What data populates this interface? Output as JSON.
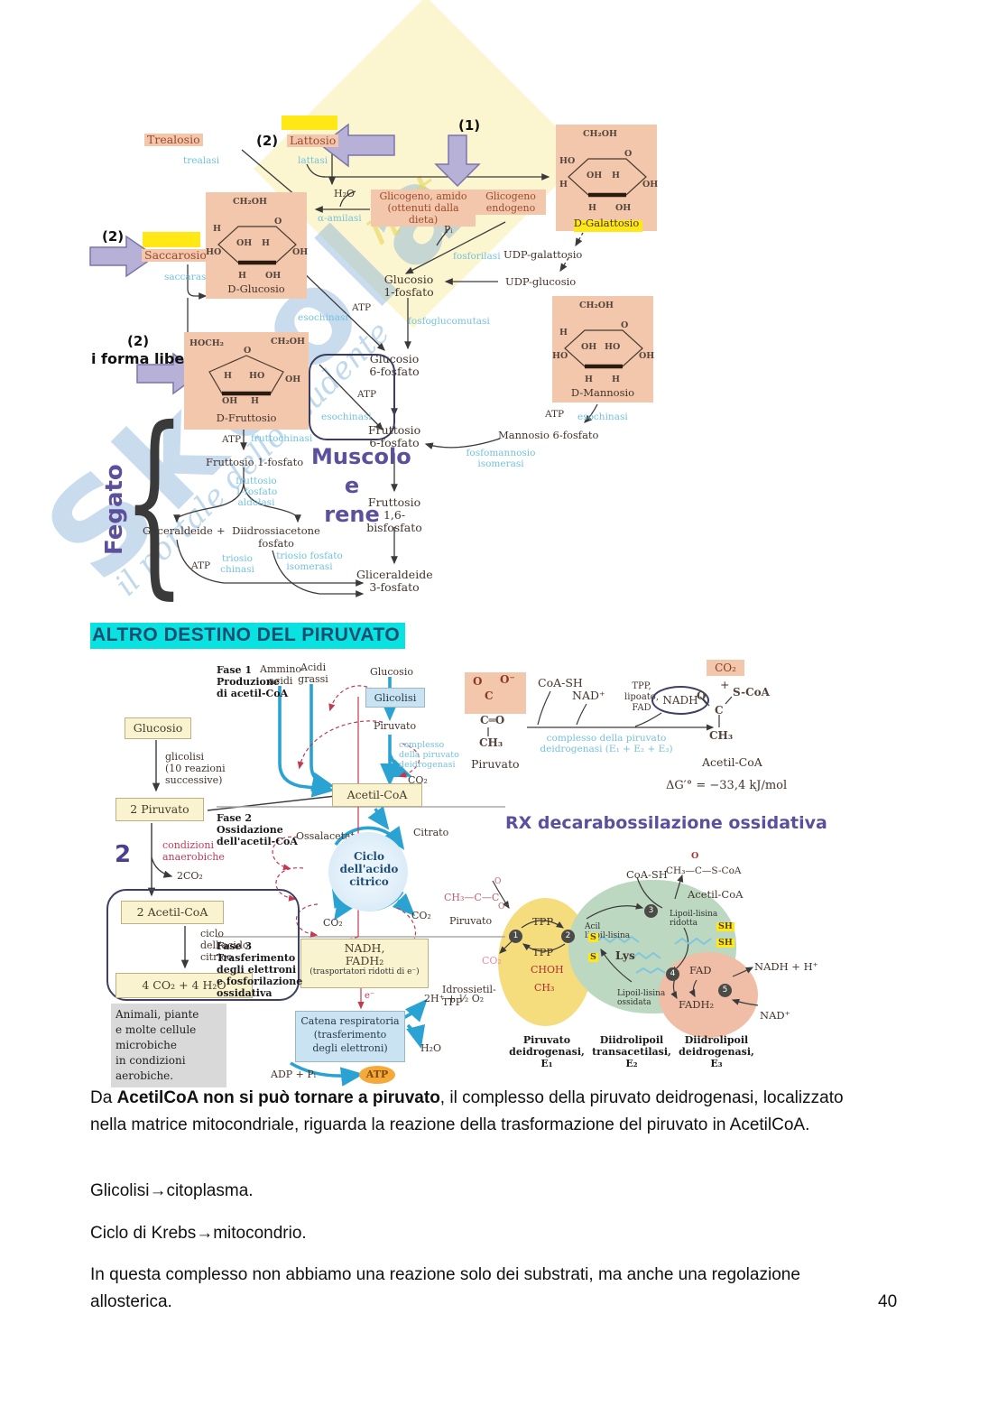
{
  "w": {
    "brand": "Skuola",
    "net": "net",
    "tagline": "il portale dello studente"
  },
  "heading": "ALTRO DESTINO DEL PIRUVATO",
  "f1": {
    "trealosio": "Trealosio",
    "trealasi": "trealasi",
    "n2a": "(2)",
    "lattosio": "Lattosio",
    "lattasi": "lattasi",
    "n1": "(1)",
    "h2o": "H₂O",
    "amilasi": "α-amilasi",
    "glicam1": "Glicogeno, amido",
    "glicam2": "(ottenuti dalla dieta)",
    "glicend1": "Glicogeno",
    "glicend2": "endogeno",
    "pi": "Pᵢ",
    "fosforilasi": "fosforilasi",
    "udpgal": "UDP-galattosio",
    "udpglc": "UDP-glucosio",
    "glc1p1": "Glucosio",
    "glc1p2": "1-fosfato",
    "fgm": "fosfoglucomutasi",
    "glc6p1": "Glucosio",
    "glc6p2": "6-fosfato",
    "atp": "ATP",
    "esochinasi": "esochinasi",
    "n2b": "(2)",
    "saccarosio": "Saccarosio",
    "saccarasi": "saccarasi",
    "n2c": "(2)",
    "formalibera": "i forma libera",
    "atp2": "ATP",
    "fruttochinasi": "fruttochinasi",
    "fru1p": "Fruttosio 1-fosfato",
    "ald1": "fruttosio",
    "ald2": "1-fosfato",
    "ald3": "aldolasi",
    "glic": "Gliceraldeide",
    "plus": "+",
    "dha1": "Diidrossiacetone",
    "dha2": "fosfato",
    "atp3": "ATP",
    "tk1": "triosio",
    "tk2": "chinasi",
    "tpi1": "triosio fosfato",
    "tpi2": "isomerasi",
    "fru6p1": "Fruttosio",
    "fru6p2": "6-fosfato",
    "man6p": "Mannosio 6-fosfato",
    "pmi1": "fosfomannosio",
    "pmi2": "isomerasi",
    "atp4": "ATP",
    "esochinasi2": "esochinasi",
    "esochinasi3": "esochinasi",
    "fru16p1": "Fruttosio",
    "fru16p2": "1,6-bisfosfato",
    "g3p1": "Gliceraldeide",
    "g3p2": "3-fosfato",
    "muscolo1": "Muscolo",
    "muscolo2": "e",
    "muscolo3": "rene",
    "fegato": "Fegato",
    "glc": {
      "name": "D-Glucosio",
      "top": "CH₂OH",
      "o": "O",
      "s": [
        "H",
        "HO",
        "OH",
        "H",
        "OH",
        "H",
        "OH"
      ]
    },
    "gal": {
      "name": "D-Galattosio",
      "top": "CH₂OH",
      "o": "O",
      "s": [
        "HO",
        "H",
        "OH",
        "H",
        "OH",
        "H",
        "OH"
      ]
    },
    "man": {
      "name": "D-Mannosio",
      "top": "CH₂OH",
      "o": "O",
      "s": [
        "H",
        "HO",
        "OH",
        "HO",
        "OH",
        "H",
        "H"
      ]
    },
    "fru": {
      "name": "D-Fruttosio",
      "hoch2": "HOCH₂",
      "o": "O",
      "ch2oh": "CH₂OH",
      "s": [
        "H",
        "HO",
        "OH",
        "OH",
        "H"
      ]
    }
  },
  "f2": {
    "glucosio_l": "Glucosio",
    "gl1": "glicolisi",
    "gl2": "(10 reazioni",
    "gl3": "successive)",
    "piruvato2": "2 Piruvato",
    "due": "2",
    "cond1": "condizioni",
    "cond2": "anaerobiche",
    "co2l": "2CO₂",
    "acetil2": "2 Acetil-CoA",
    "cd1": "ciclo",
    "cd2": "dell'acido",
    "cd3": "citrico",
    "co4": "4 CO₂ + 4 H₂O",
    "cap1": "Animali, piante",
    "cap2": "e molte cellule",
    "cap3": "microbiche",
    "cap4": "in condizioni",
    "cap5": "aerobiche.",
    "fase1a": "Fase 1",
    "fase1b": "Produzione",
    "fase1c": "di acetil-CoA",
    "amino1": "Ammino-",
    "amino2": "acidi",
    "acidi1": "Acidi",
    "acidi2": "grassi",
    "glucosio": "Glucosio",
    "glicolisi": "Glicolisi",
    "piruvato": "Piruvato",
    "cpx1": "complesso",
    "cpx2": "della piruvato",
    "cpx3": "deidrogenasi",
    "co2a": "CO₂",
    "acetilcoa": "Acetil-CoA",
    "fase2a": "Fase 2",
    "fase2b": "Ossidazione",
    "fase2c": "dell'acetil-CoA",
    "ossal": "Ossalacetato",
    "citrato": "Citrato",
    "ciclo1": "Ciclo",
    "ciclo2": "dell'acido",
    "ciclo3": "citrico",
    "co2b": "CO₂",
    "co2c": "CO₂",
    "nadh1": "NADH,",
    "nadh2": "FADH₂",
    "nadh3": "(trasportatori ridotti di e⁻)",
    "fase3a": "Fase 3",
    "fase3b": "Trasferimento",
    "fase3c": "degli elettroni",
    "fase3d": "e fosforilazione",
    "fase3e": "ossidativa",
    "eminus": "e⁻",
    "catena1": "Catena respiratoria",
    "catena2": "(trasferimento",
    "catena3": "degli elettroni)",
    "h2half": "2H⁺ + ½ O₂",
    "h2o": "H₂O",
    "adp": "ADP + Pᵢ",
    "atp": "ATP"
  },
  "f3": {
    "o1": "O",
    "o2": "O⁻",
    "c1": "C",
    "c2o": "C═O",
    "ch3": "CH₃",
    "piruvato": "Piruvato",
    "coash": "CoA-SH",
    "nad": "NAD⁺",
    "tppa": "TPP,",
    "tppb": "lipoato,",
    "tppc": "FAD",
    "nadh": "NADH",
    "cpx1": "complesso della piruvato",
    "cpx2": "deidrogenasi (E₁ + E₂ + E₃)",
    "co2": "CO₂",
    "plus": "+",
    "o3": "O",
    "c3": "C",
    "scoa": "S-CoA",
    "ch3b": "CH₃",
    "acetilcoa": "Acetil-CoA",
    "dg": "ΔG′° = −33,4 kJ/mol"
  },
  "rx": "RX decarabossilazione ossidativa",
  "m": {
    "pyr": "CH₃—C—C",
    "pyro": "O",
    "pyromin": "O⁻",
    "piruvato": "Piruvato",
    "co2a": "CO₂",
    "tppa": "TPP",
    "tppb": "TPP",
    "choh": "CHOH",
    "ch3": "CH₃",
    "idro1": "Idrossietil-",
    "idro2": "TPP",
    "n1": "1",
    "n2": "2",
    "n3": "3",
    "n4": "4",
    "n5": "5",
    "acil1": "Acil",
    "acil2": "lipoil-lisina",
    "lys": "Lys",
    "lipr1": "Lipoil-lisina",
    "lipr2": "ridotta",
    "lipo1": "Lipoil-lisina",
    "lipo2": "ossidata",
    "s1": "S",
    "s2": "S",
    "sh1": "SH",
    "sh2": "SH",
    "coash": "CoA-SH",
    "acst": "CH₃—C—S-CoA",
    "acsto": "O",
    "acetilcoa": "Acetil-CoA",
    "fad": "FAD",
    "fadh2": "FADH₂",
    "nadhh": "NADH + H⁺",
    "nad": "NAD⁺",
    "e1a": "Piruvato",
    "e1b": "deidrogenasi,",
    "e1c": "E₁",
    "e2a": "Diidrolipoil",
    "e2b": "transacetilasi,",
    "e2c": "E₂",
    "e3a": "Diidrolipoil",
    "e3b": "deidrogenasi,",
    "e3c": "E₃"
  },
  "p": {
    "p1a": "Da ",
    "p1b": "AcetilCoA non si può tornare a piruvato",
    "p1c": ", il complesso della piruvato deidrogenasi, localizzato nella matrice mitocondriale, riguarda la reazione della trasformazione del piruvato in AcetilCoA.",
    "p2": "Glicolisi→citoplasma.",
    "p3": "Ciclo di Krebs→mitocondrio.",
    "p4": "In questa complesso non abbiamo una reazione solo dei substrati, ma anche una regolazione allosterica.",
    "page": "40"
  }
}
